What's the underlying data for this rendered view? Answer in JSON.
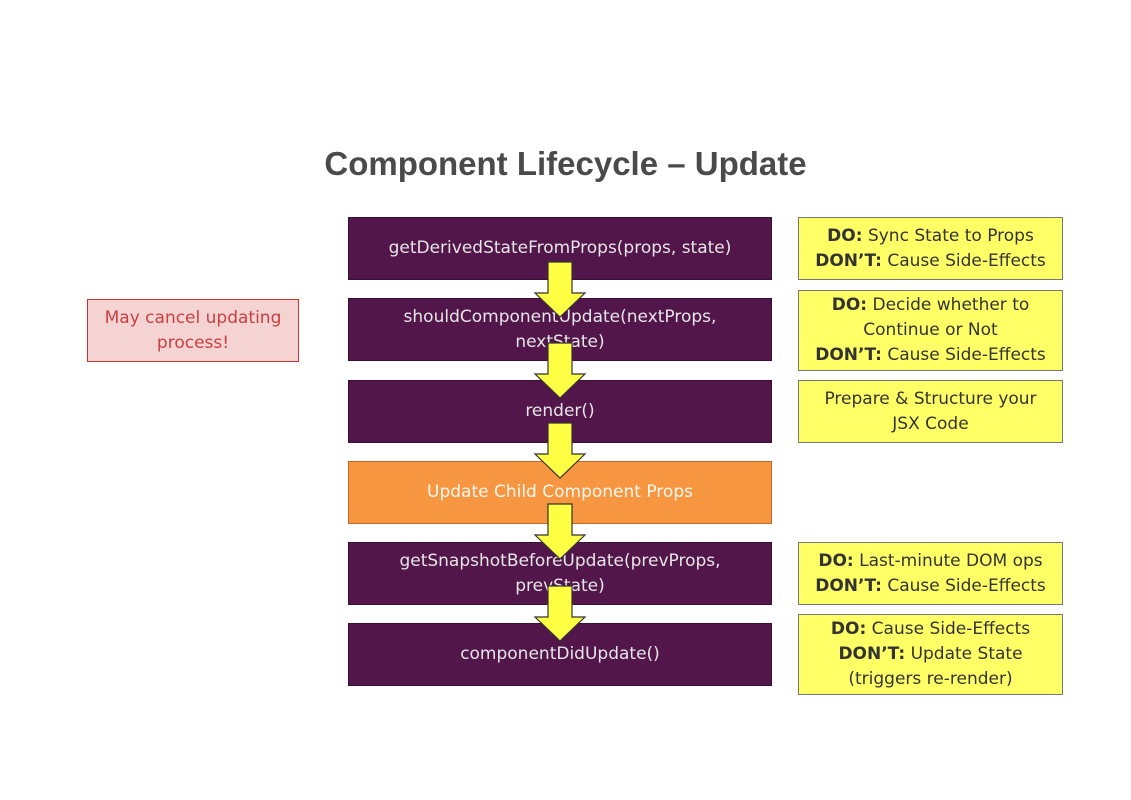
{
  "title": "Component Lifecycle – Update",
  "warning": {
    "line1": "May cancel updating",
    "line2": "process!"
  },
  "steps": [
    {
      "line1": "getDerivedStateFromProps(props, state)",
      "line2": ""
    },
    {
      "line1": "shouldComponentUpdate(nextProps,",
      "line2": "nextState)"
    },
    {
      "line1": "render()",
      "line2": ""
    },
    {
      "line1": "Update Child Component Props",
      "line2": ""
    },
    {
      "line1": "getSnapshotBeforeUpdate(prevProps,",
      "line2": "prevState)"
    },
    {
      "line1": "componentDidUpdate()",
      "line2": ""
    }
  ],
  "notes": {
    "do_label": "DO:",
    "dont_label": "DON’T:",
    "getDerived": {
      "do": "Sync State to Props",
      "dont": "Cause Side-Effects"
    },
    "shouldUpdate": {
      "do": "Decide whether to",
      "do2": "Continue or Not",
      "dont": "Cause Side-Effects"
    },
    "render": {
      "line1": "Prepare & Structure your",
      "line2": "JSX Code"
    },
    "snapshot": {
      "do": "Last-minute DOM ops",
      "dont": "Cause Side-Effects"
    },
    "didUpdate": {
      "do": "Cause Side-Effects",
      "dont": "Update State",
      "dont2": "(triggers re-render)"
    }
  },
  "colors": {
    "step_box": "#52164b",
    "child_props_box": "#f79641",
    "note_box": "#ffff66",
    "warning_box": "#f5d3d3",
    "warning_text": "#c94040",
    "arrow": "#ffff44"
  }
}
